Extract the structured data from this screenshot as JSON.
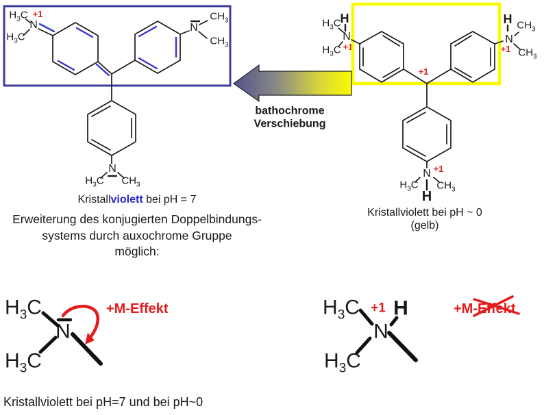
{
  "page": {
    "description": "Chemistry slide: crystal violet bathochromic shift at pH 7 vs pH 0",
    "background": "#ffffff"
  },
  "colors": {
    "box_blue": "#3c3c9c",
    "conjugation_bond_blue": "#3535cf",
    "box_yellow": "#fbfb00",
    "annotation_red": "#e31b1b",
    "bond_black": "#1a1a1a",
    "violett_text_blue": "#2525cc",
    "arrow_gradient_start": "#52528e",
    "arrow_gradient_mid": "#8c8c84",
    "arrow_gradient_end": "#fdfb00"
  },
  "atoms": {
    "h3c": {
      "pre": "H",
      "sub": "3",
      "post": "C"
    },
    "ch3": {
      "pre": "CH",
      "sub": "3",
      "post": ""
    }
  },
  "labels": {
    "nitrogen": "N",
    "hydrogen": "H",
    "charge": "+1"
  },
  "left_structure": {
    "caption": {
      "prefix": "Kristall",
      "highlight": "violett",
      "suffix": " bei pH = 7"
    }
  },
  "right_structure": {
    "caption_line1": "Kristallviolett bei pH ~ 0",
    "caption_line2": "(gelb)"
  },
  "arrow": {
    "label_line1": "bathochrome",
    "label_line2": "Verschiebung"
  },
  "body_text": {
    "line1": "Erweiterung des konjugierten Doppelbindungs-",
    "line2": "systems durch auxochrome Gruppe",
    "line3": "möglich:"
  },
  "fragments": {
    "neutral_amine_label": "+M-Effekt",
    "protonated_amine_label": "+M-Effekt"
  },
  "footer": "Kristallviolett bei pH=7 und bei pH~0"
}
